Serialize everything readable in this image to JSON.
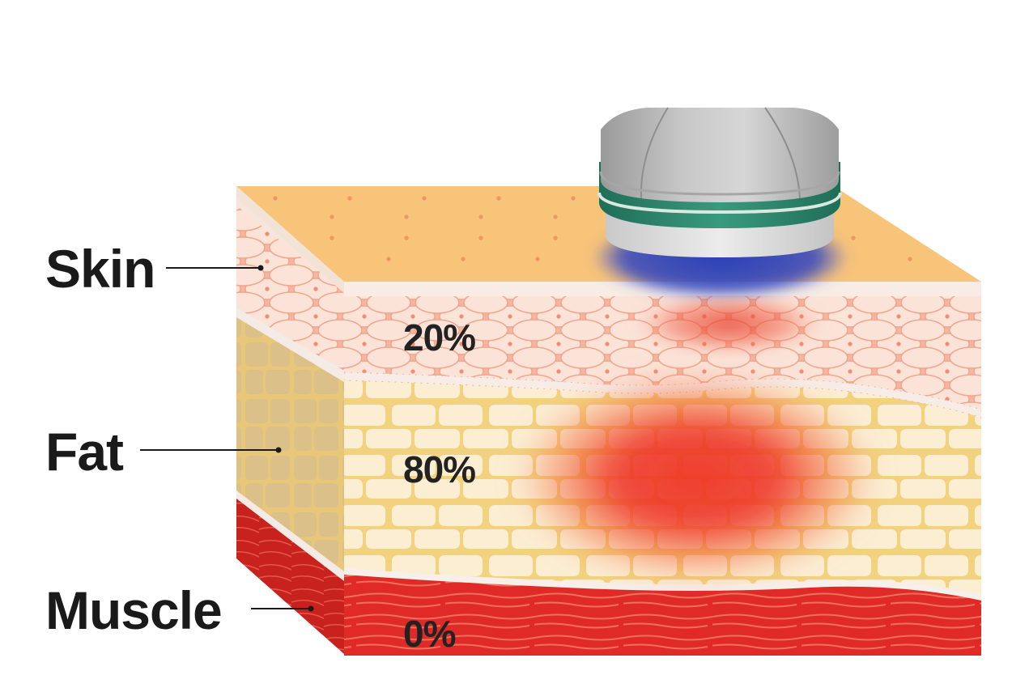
{
  "layers": [
    {
      "id": "skin",
      "label": "Skin",
      "percent": "20%"
    },
    {
      "id": "fat",
      "label": "Fat",
      "percent": "80%"
    },
    {
      "id": "muscle",
      "label": "Muscle",
      "percent": "0%"
    }
  ],
  "colors": {
    "skin_top": "#f8c47a",
    "skin_pore": "#ef9466",
    "skin_section": "#f5b5a0",
    "skin_cell": "#fbe3d8",
    "skin_cell_nucleus": "#ef8d78",
    "fat_front": "#fbeed3",
    "fat_side": "#ddc187",
    "fat_line": "#f2d27e",
    "muscle": "#df2a27",
    "muscle_side": "#b51f1d",
    "muscle_fiber": "#f0705a",
    "heat": "#ee3324",
    "device_body": "#b8b8b8",
    "device_band": "#2f8a6e",
    "device_glow": "#2a3fb8"
  },
  "icons": {
    "device": "ultrasound-applicator-icon"
  }
}
